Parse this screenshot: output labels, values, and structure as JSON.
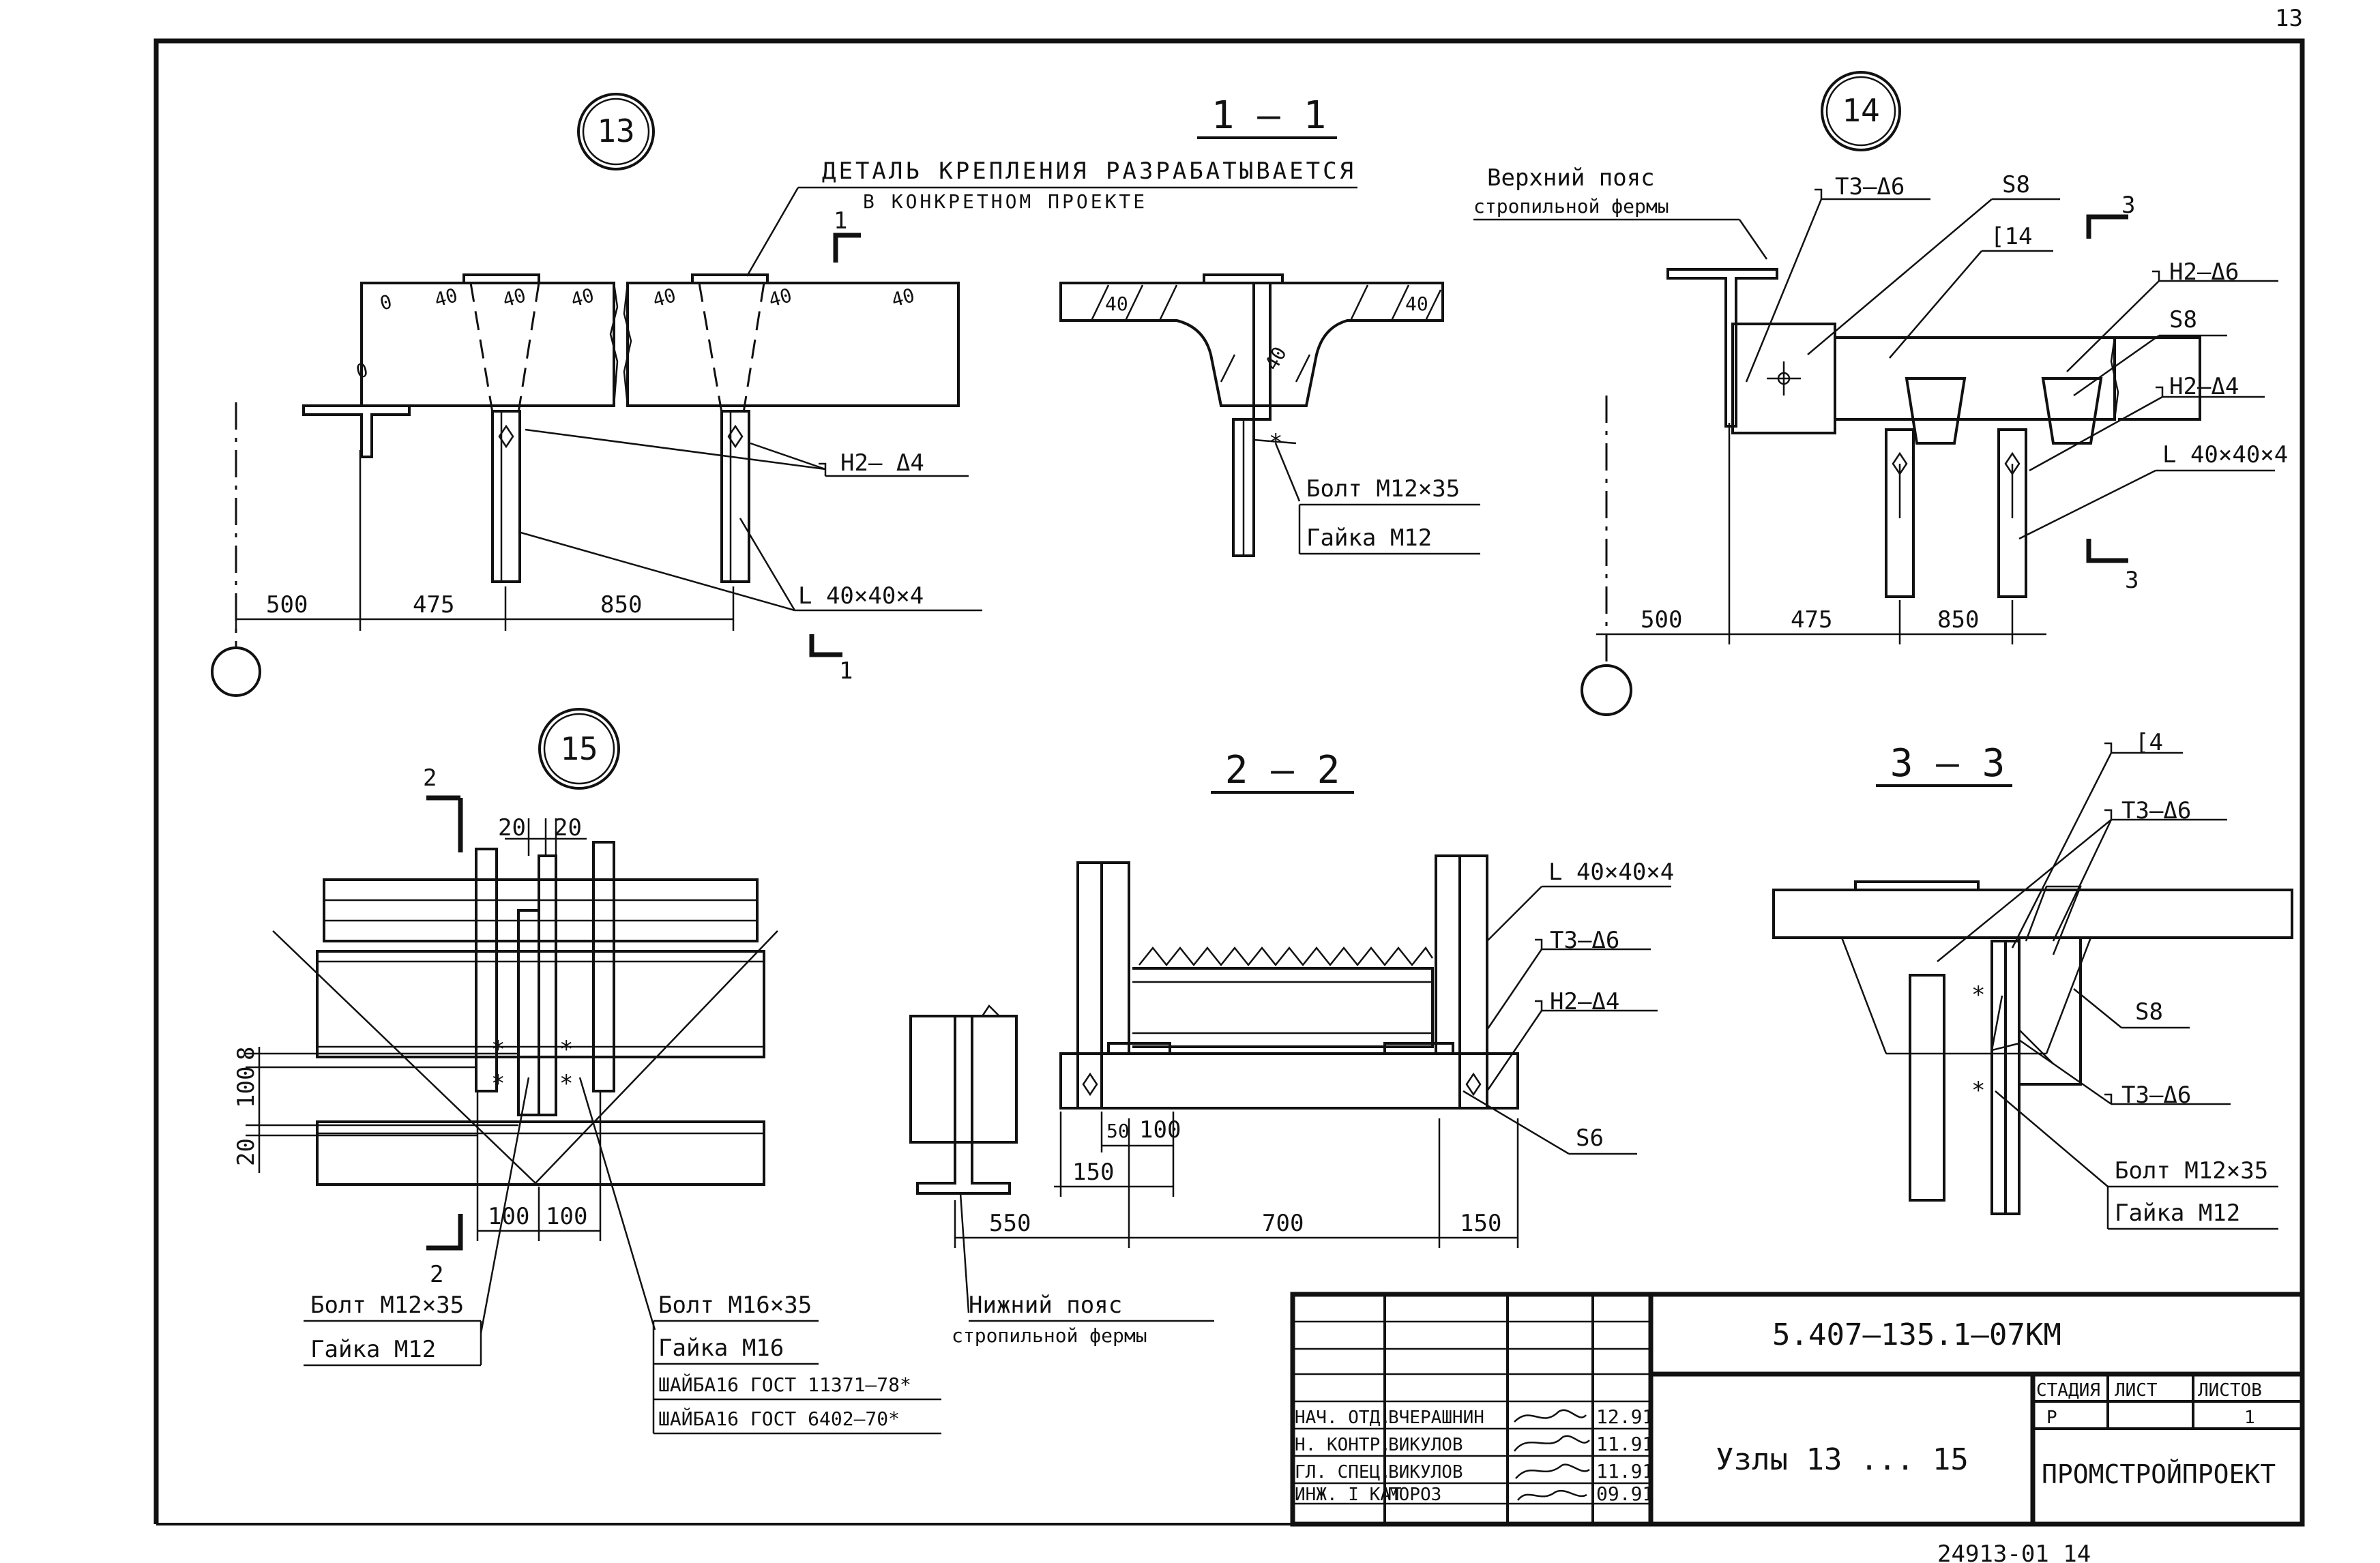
{
  "page": {
    "number": "13",
    "footer_code": "24913-01   14"
  },
  "nodes": {
    "n13": "13",
    "n14": "14",
    "n15": "15"
  },
  "sections": {
    "s11": "1 – 1",
    "s22": "2 – 2",
    "s33": "3 – 3",
    "mark1_top": "1",
    "mark1_bottom": "1",
    "mark2_top": "2",
    "mark2_bottom": "2",
    "mark3_top": "3",
    "mark3_bottom": "3"
  },
  "labels": {
    "detail_note_1": "ДЕТАЛЬ КРЕПЛЕНИЯ РАЗРАБАТЫВАЕТСЯ",
    "detail_note_2": "В КОНКРЕТНОМ ПРОЕКТЕ",
    "weld_h2_d4": "Н2– Δ4",
    "angle_40": "L 40×40×4",
    "bolt_m12": "Болт М12×35",
    "nut_m12": "Гайка М12",
    "top_chord_1": "Верхний пояс",
    "top_chord_2": "стропильной фермы",
    "t3_d6": "Т3–Δ6",
    "s8": "S8",
    "c14": "[14",
    "h2_d6": "Н2–Δ6",
    "h2_d4_14": "Н2–Δ4",
    "angle_40_14": "L 40×40×4",
    "bolt_m12_15": "Болт М12×35",
    "nut_m12_15": "Гайка М12",
    "bolt_m16": "Болт М16×35",
    "nut_m16": "Гайка М16",
    "washer_1": "ШАЙБА16 ГОСТ 11371–78*",
    "washer_2": "ШАЙБА16 ГОСТ 6402–70*",
    "bottom_chord_1": "Нижний пояс",
    "bottom_chord_2": "стропильной фермы",
    "angle_40_22": "L 40×40×4",
    "t3_d6_22": "Т3–Δ6",
    "h2_d4_22": "Н2–Δ4",
    "s6": "S6",
    "c4": "[4",
    "t3_d6_33a": "Т3–Δ6",
    "s8_33": "S8",
    "t3_d6_33b": "Т3–Δ6",
    "bolt_m12_33": "Болт М12×35",
    "nut_m12_33": "Гайка М12"
  },
  "dims": {
    "d500": "500",
    "d475": "475",
    "d850": "850",
    "d500b": "500",
    "d475b": "475",
    "d850b": "850",
    "d20a": "20",
    "d20b": "20",
    "d100a": "100",
    "d100b": "100",
    "v8": "8",
    "v100": "100",
    "v20": "20",
    "d50": "50",
    "d100c": "100",
    "d150a": "150",
    "d550": "550",
    "d700": "700",
    "d150b": "150"
  },
  "title_block": {
    "designation": "5.407–135.1–07КМ",
    "title": "Узлы 13 ... 15",
    "org": "ПРОМСТРОЙПРОЕКТ",
    "stage_h": "СТАДИЯ",
    "sheet_h": "ЛИСТ",
    "sheets_h": "ЛИСТОВ",
    "stage": "Р",
    "sheet": "",
    "sheets": "1",
    "rows": [
      {
        "role": "НАЧ. ОТД.",
        "name": "ВЧЕРАШНИН",
        "date": "12.91"
      },
      {
        "role": "Н. КОНТР.",
        "name": "ВИКУЛОВ",
        "date": "11.91"
      },
      {
        "role": "ГЛ. СПЕЦ.",
        "name": "ВИКУЛОВ",
        "date": "11.91"
      },
      {
        "role": "ИНЖ. I КАТ",
        "name": "МОРОЗ",
        "date": "09.91"
      }
    ]
  }
}
